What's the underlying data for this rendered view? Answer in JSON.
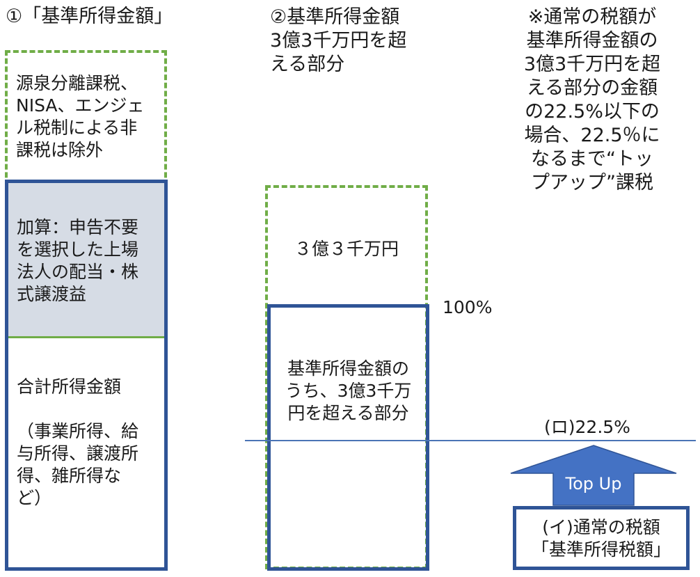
{
  "col1": {
    "heading": "①「基準所得金額」",
    "excluded_text": "源泉分離課税、\nNISA、エンジェ\nル税制による非\n課税は除外",
    "added_text": "加算：申告不要\nを選択した上場\n法人の配当・株\n式譲渡益",
    "total_text": "合計所得金額\n\n（事業所得、給\n与所得、譲渡所\n得、雑所得な\nど）"
  },
  "col2": {
    "heading": "②基準所得金額\n3億3千万円を超\nえる部分",
    "threshold_text": "３億３千万円",
    "excess_text": "基準所得金額の\nうち、3億3千万\n円を超える部分",
    "percent_label": "100%"
  },
  "col3": {
    "note": "※通常の税額が\n基準所得金額の\n3億3千万円を超\nえる部分の金額\nの22.5%以下の\n場合、22.5％に\nなるまで“トッ\nプアップ”課税",
    "rate_label": "(ロ)22.5%",
    "arrow_label": "Top Up",
    "base_tax_text": "(イ)通常の税額\n「基準所得税額」"
  },
  "colors": {
    "green_dash": "#70ad47",
    "dark_blue": "#2f5496",
    "light_fill": "#d6dce5",
    "arrow_fill": "#4472c4",
    "line": "#4a74b5"
  }
}
